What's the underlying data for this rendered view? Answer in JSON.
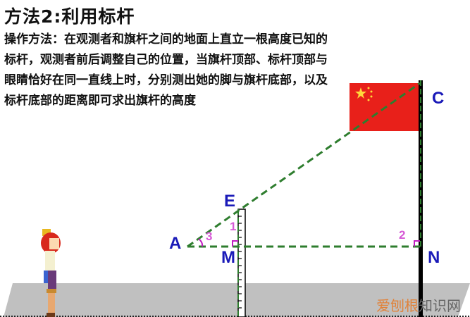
{
  "title": "方法2:利用标杆",
  "description": {
    "lines": [
      "操作方法：在观测者和旗杆之间的地面上直立一根高度已知的",
      "标杆，观测者前后调整自己的位置，当旗杆顶部、标杆顶部与",
      "眼睛恰好在同一直线上时，分别测出她的脚与旗杆底部，以及",
      "标杆底部的距离即可求出旗杆的高度"
    ]
  },
  "diagram": {
    "points": {
      "A": "A",
      "E": "E",
      "M": "M",
      "C": "C",
      "N": "N"
    },
    "angles": {
      "a1": "1",
      "a2": "2",
      "a3": "3"
    },
    "colors": {
      "point_label": "#1a1ab8",
      "angle_label": "#d65ad6",
      "dashed_line": "#2e7d2e",
      "flag": "#e8201a",
      "ground": "#c0c0c0"
    }
  },
  "watermark": {
    "part1": "爱刨根",
    "part2": "知识网"
  }
}
